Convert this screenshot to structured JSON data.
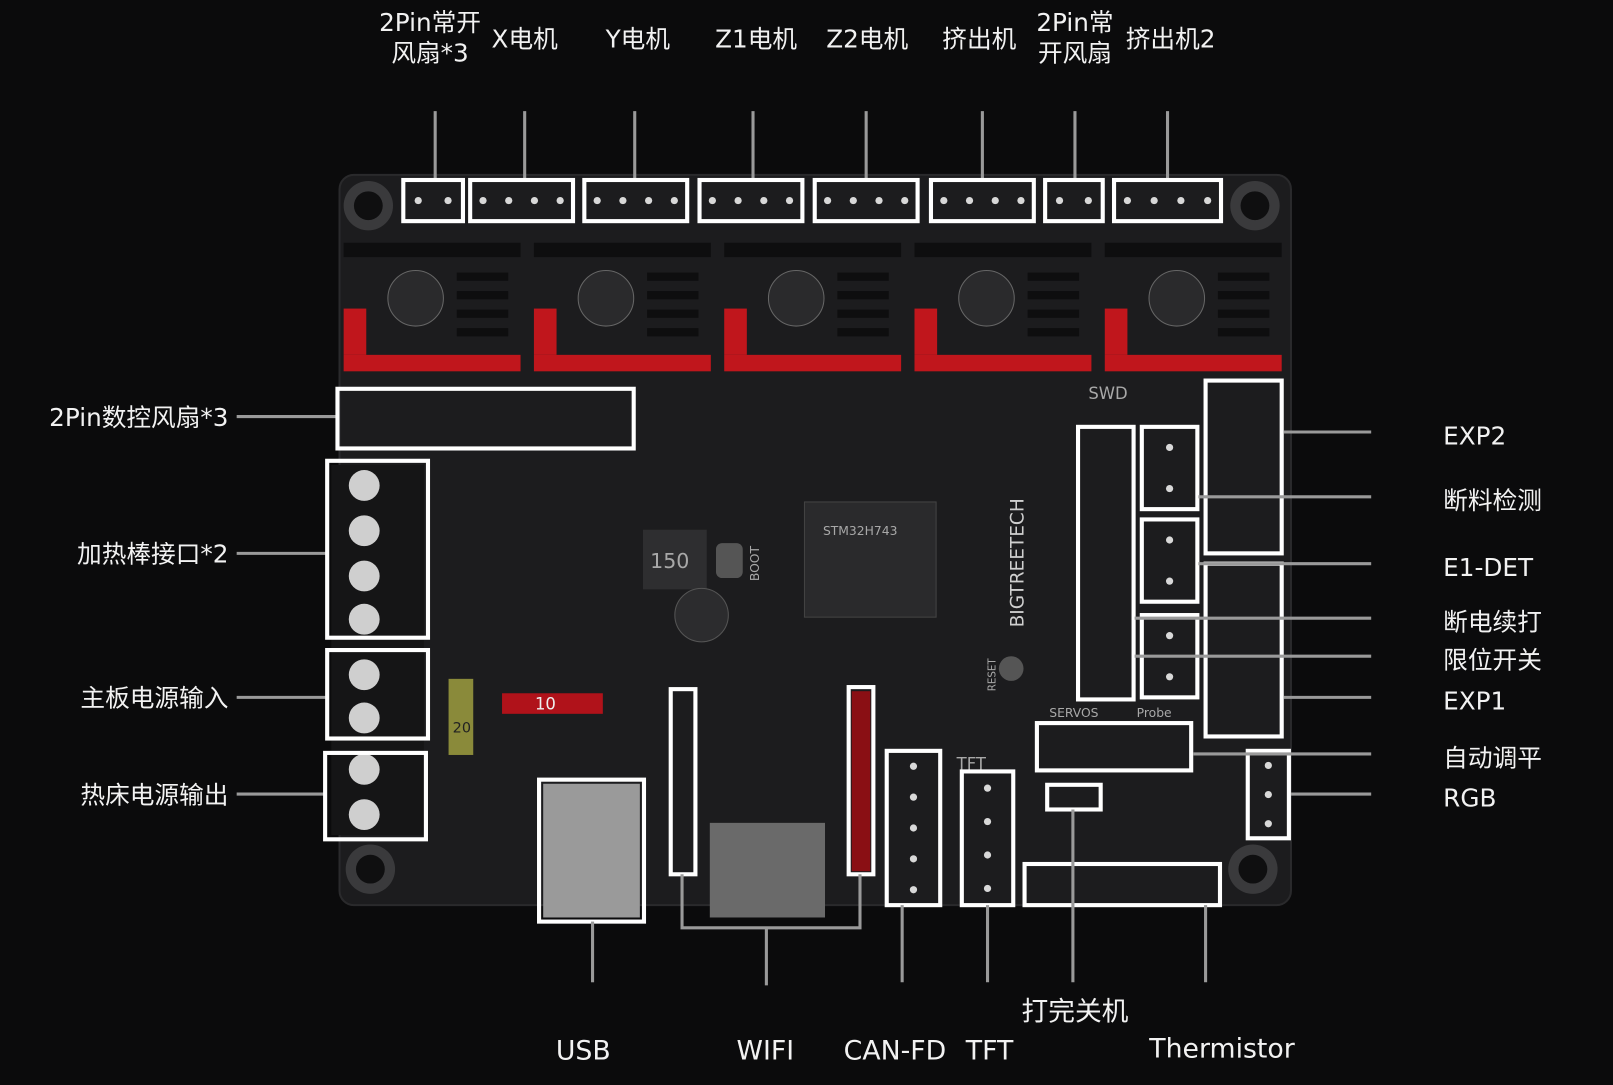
{
  "top_labels": [
    {
      "line1": "2Pin常开",
      "line2": "风扇*3"
    },
    {
      "line1": "X电机"
    },
    {
      "line1": "Y电机"
    },
    {
      "line1": "Z1电机"
    },
    {
      "line1": "Z2电机"
    },
    {
      "line1": "挤出机"
    },
    {
      "line1": "2Pin常",
      "line2": "开风扇"
    },
    {
      "line1": "挤出机2"
    }
  ],
  "left_labels": [
    "2Pin数控风扇*3",
    "加热棒接口*2",
    "主板电源输入",
    "热床电源输出"
  ],
  "right_labels": [
    "EXP2",
    "断料检测",
    "E1-DET",
    "断电续打",
    "限位开关",
    "EXP1",
    "自动调平",
    "RGB"
  ],
  "bottom_labels": [
    "USB",
    "WIFI",
    "CAN-FD",
    "TFT",
    "打完关机",
    "Thermistor"
  ],
  "board": {
    "brand": "BIGTREETECH",
    "mcu": "STM32H743",
    "silk": [
      "SWD",
      "SERVOS",
      "Probe",
      "TFT",
      "BOOT",
      "RESET",
      "150",
      "10",
      "20"
    ]
  },
  "colors": {
    "board": "#1c1c1e",
    "header_red": "#c0161c",
    "highlight_box": "#ffffff",
    "leader_line": "#9a9a9a"
  }
}
